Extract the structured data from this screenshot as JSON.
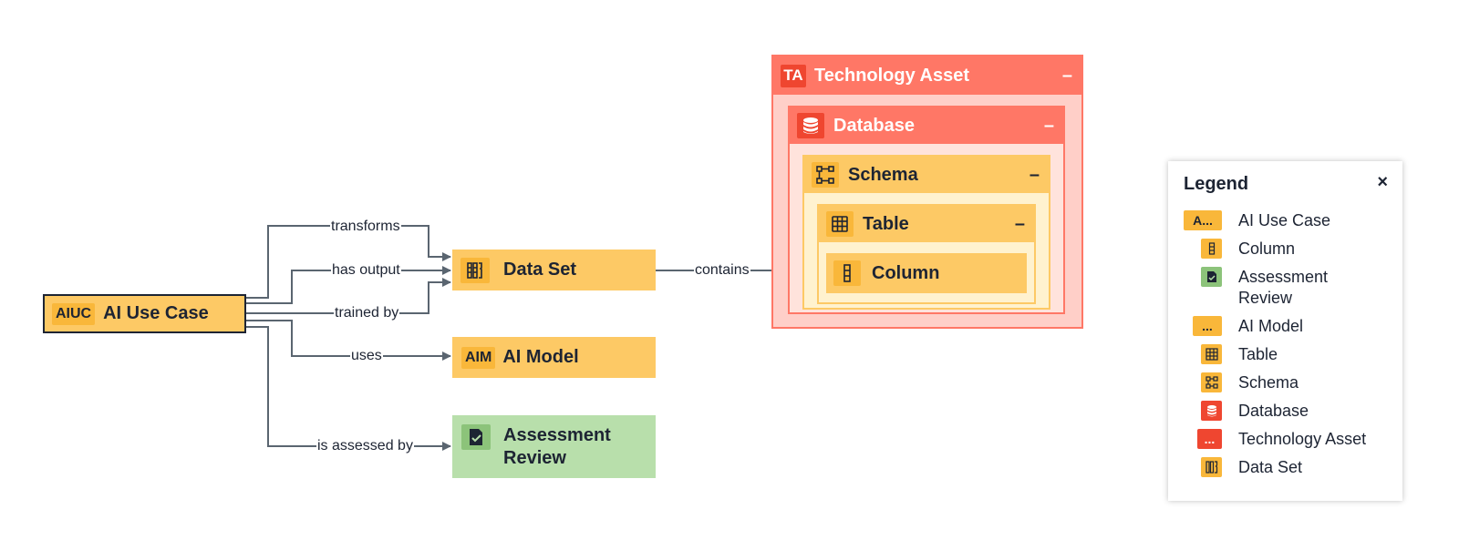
{
  "colors": {
    "node_yellow": "#fdc965",
    "badge_yellow": "#f9b73a",
    "node_green": "#b8dfab",
    "red_badge": "#ef4630",
    "tech_asset_header": "#ff7766",
    "edge": "#5a6570",
    "text": "#1d2433"
  },
  "nodes": {
    "ai_use_case": {
      "badge": "AIUC",
      "label": "AI Use Case"
    },
    "data_set": {
      "icon": "dataset-icon",
      "label": "Data Set"
    },
    "ai_model": {
      "badge": "AIM",
      "label": "AI Model"
    },
    "assessment_review": {
      "icon": "assessment-check-icon",
      "label_line1": "Assessment",
      "label_line2": "Review"
    },
    "technology_asset": {
      "badge": "TA",
      "label": "Technology Asset",
      "collapse": "–"
    },
    "database": {
      "icon": "database-icon",
      "label": "Database",
      "collapse": "–"
    },
    "schema": {
      "icon": "schema-icon",
      "label": "Schema",
      "collapse": "–"
    },
    "table": {
      "icon": "table-grid-icon",
      "label": "Table",
      "collapse": "–"
    },
    "column": {
      "icon": "column-icon",
      "label": "Column"
    }
  },
  "edges": {
    "transforms": "transforms",
    "has_output": "has output",
    "trained_by": "trained by",
    "uses": "uses",
    "is_assessed_by": "is assessed by",
    "contains": "contains"
  },
  "legend": {
    "title": "Legend",
    "close": "×",
    "items": [
      {
        "badge": "A...",
        "label": "AI Use Case",
        "icon": "ai-use-case-badge"
      },
      {
        "label": "Column",
        "icon": "column-icon"
      },
      {
        "label": "Assessment Review",
        "icon": "assessment-check-icon"
      },
      {
        "badge": "...",
        "label": "AI Model",
        "icon": "ai-model-badge"
      },
      {
        "label": "Table",
        "icon": "table-grid-icon"
      },
      {
        "label": "Schema",
        "icon": "schema-icon"
      },
      {
        "label": "Database",
        "icon": "database-icon"
      },
      {
        "badge": "...",
        "label": "Technology Asset",
        "icon": "technology-asset-badge"
      },
      {
        "label": "Data Set",
        "icon": "dataset-icon"
      }
    ]
  }
}
